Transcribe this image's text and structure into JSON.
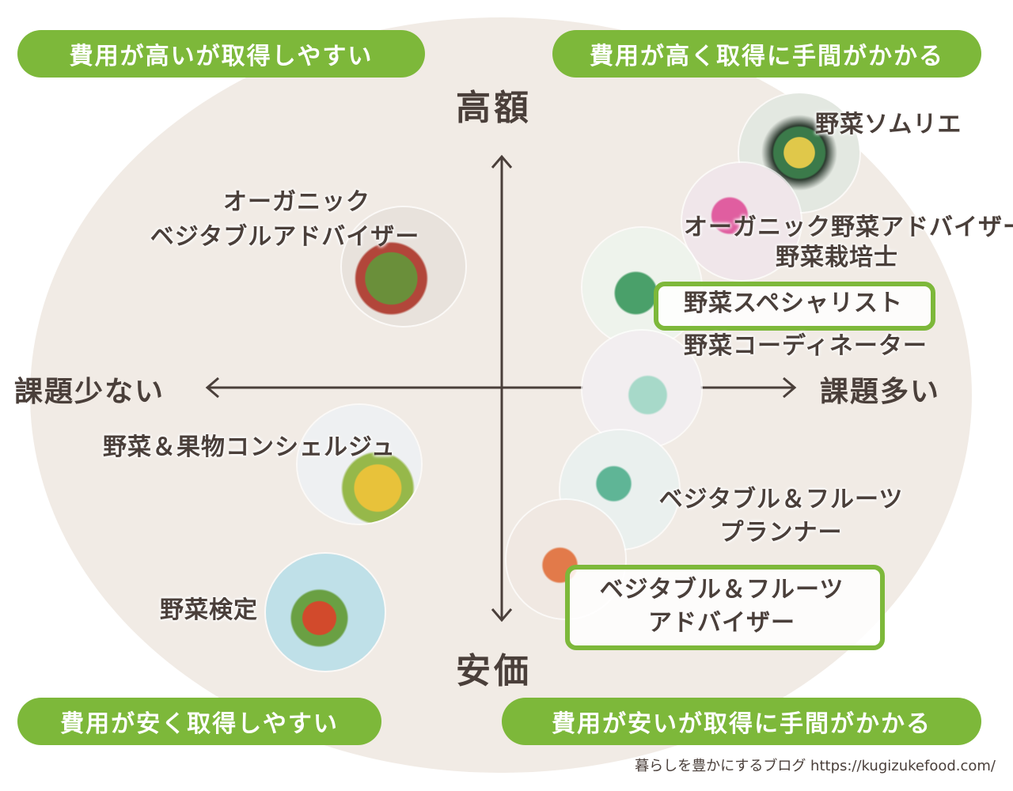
{
  "quadrants": {
    "top_left": "費用が高いが取得しやすい",
    "top_right": "費用が高く取得に手間がかかる",
    "bottom_left": "費用が安く取得しやすい",
    "bottom_right": "費用が安いが取得に手間がかかる"
  },
  "axes": {
    "top": "高額",
    "bottom": "安価",
    "left": "課題少ない",
    "right": "課題多い"
  },
  "items": {
    "organic_vegetable_advisor_l1": "オーガニック",
    "organic_vegetable_advisor_l2": "ベジタブルアドバイザー",
    "fruit_concierge": "野菜＆果物コンシェルジュ",
    "vegetable_test": "野菜検定",
    "vegetable_sommelier": "野菜ソムリエ",
    "organic_adviser": "オーガニック野菜アドバイザー",
    "cultivation": "野菜栽培士",
    "specialist": "野菜スペシャリスト",
    "coordinator": "野菜コーディネーター",
    "planner_l1": "ベジタブル＆フルーツ",
    "planner_l2": "プランナー",
    "advisor_l1": "ベジタブル＆フルーツ",
    "advisor_l2": "アドバイザー"
  },
  "credit": "暮らしを豊かにするブログ https://kugizukefood.com/",
  "colors": {
    "accent": "#7db83a",
    "background": "#f1ebe5",
    "text": "#4a3f3a"
  }
}
